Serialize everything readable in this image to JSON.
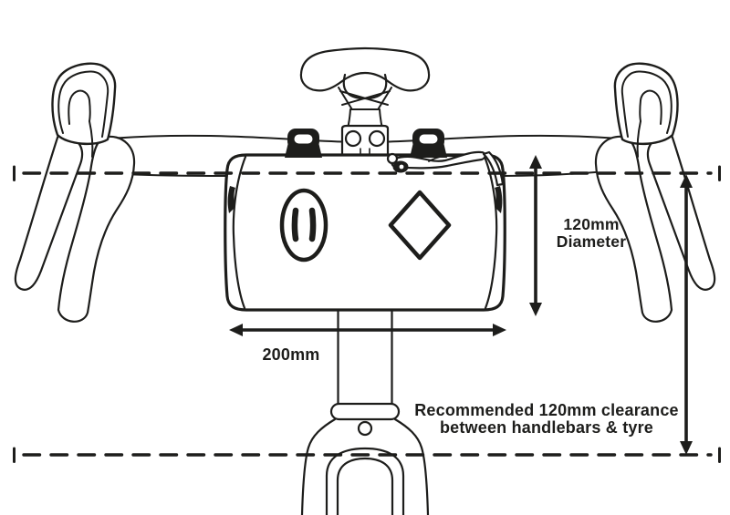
{
  "diagram": {
    "labels": {
      "diameter": {
        "line1": "120mm",
        "line2": "Diameter"
      },
      "width": "200mm",
      "clearance": {
        "line1": "Recommended 120mm clearance",
        "line2": "between handlebars & tyre"
      }
    },
    "colors": {
      "ink": "#1d1d1b",
      "background": "#ffffff"
    }
  }
}
